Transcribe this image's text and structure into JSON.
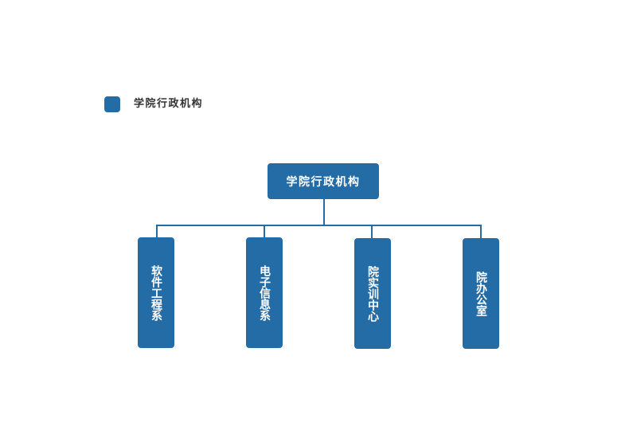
{
  "legend": {
    "label": "学院行政机构",
    "color": "#236ca6"
  },
  "root": {
    "label": "学院行政机构"
  },
  "children": [
    {
      "label": "软件工程系"
    },
    {
      "label": "电子信息系"
    },
    {
      "label": "院实训中心"
    },
    {
      "label": "院办公室"
    }
  ]
}
